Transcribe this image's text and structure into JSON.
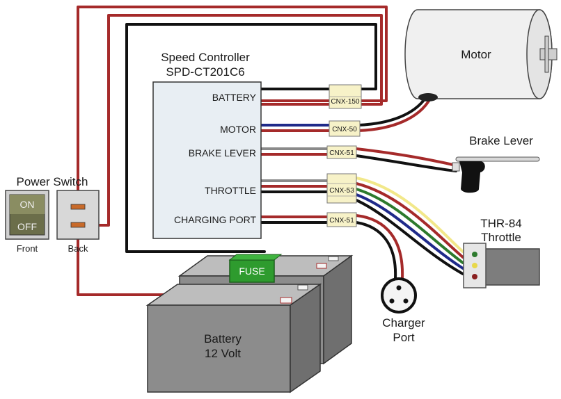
{
  "controller": {
    "title_line1": "Speed Controller",
    "title_line2": "SPD-CT201C6",
    "ports": {
      "battery": "BATTERY",
      "motor": "MOTOR",
      "brake": "BRAKE LEVER",
      "throttle": "THROTTLE",
      "charging": "CHARGING PORT"
    }
  },
  "connectors": {
    "battery": "CNX-150",
    "motor": "CNX-50",
    "brake": "CNX-51",
    "throttle": "CNX-53",
    "charging": "CNX-51"
  },
  "motor": {
    "label": "Motor"
  },
  "brake_lever": {
    "label": "Brake Lever"
  },
  "throttle": {
    "line1": "THR-84",
    "line2": "Throttle"
  },
  "power_switch": {
    "title": "Power Switch",
    "on": "ON",
    "off": "OFF",
    "front": "Front",
    "back": "Back"
  },
  "fuse": {
    "label": "FUSE"
  },
  "battery": {
    "line1": "Battery",
    "line2": "12 Volt"
  },
  "charger": {
    "line1": "Charger",
    "line2": "Port"
  },
  "colors": {
    "red_wire": "#a52a2a",
    "black_wire": "#111111",
    "blue_wire": "#1f2a8a",
    "green_wire": "#2d7a2d",
    "yellow_wire": "#f2e88a",
    "gray_wire": "#8a8a8a",
    "controller_fill": "#e8eef3",
    "connector_fill": "#f7f2c8",
    "battery_fill": "#8c8c8c",
    "fuse_fill": "#2e9b2e"
  }
}
